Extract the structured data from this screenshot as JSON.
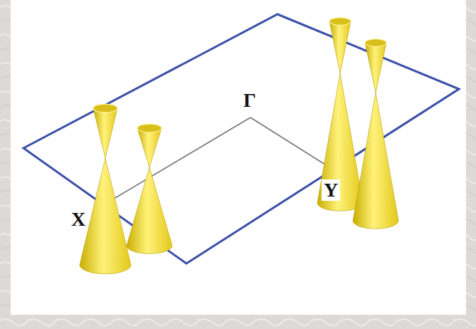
{
  "diagram": {
    "labels": [
      "Γ",
      "X",
      "Y"
    ]
  }
}
